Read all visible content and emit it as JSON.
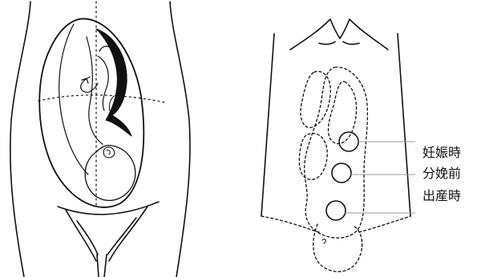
{
  "labels": {
    "pregnancy": "妊娠時",
    "before_delivery": "分娩前",
    "at_delivery": "出産時"
  },
  "colors": {
    "stroke": "#111111",
    "guide": "#999999",
    "background": "#ffffff"
  }
}
